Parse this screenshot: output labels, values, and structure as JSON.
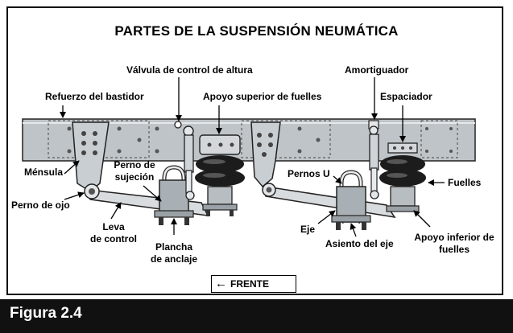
{
  "diagram": {
    "title": "PARTES DE LA SUSPENSIÓN NEUMÁTICA",
    "labels": {
      "refuerzo": "Refuerzo del bastidor",
      "valvula": "Válvula de control de altura",
      "apoyo_superior": "Apoyo superior de fuelles",
      "amortiguador": "Amortiguador",
      "espaciador": "Espaciador",
      "mensula": "Ménsula",
      "perno_sujecion_1": "Perno de",
      "perno_sujecion_2": "sujeción",
      "perno_ojo": "Perno de ojo",
      "leva_1": "Leva",
      "leva_2": "de control",
      "pernos_u": "Pernos U",
      "fuelles": "Fuelles",
      "eje": "Eje",
      "plancha_1": "Plancha",
      "plancha_2": "de anclaje",
      "asiento": "Asiento del eje",
      "apoyo_inferior_1": "Apoyo inferior de",
      "apoyo_inferior_2": "fuelles"
    },
    "front_label": "FRENTE",
    "caption": "Figura 2.4"
  }
}
